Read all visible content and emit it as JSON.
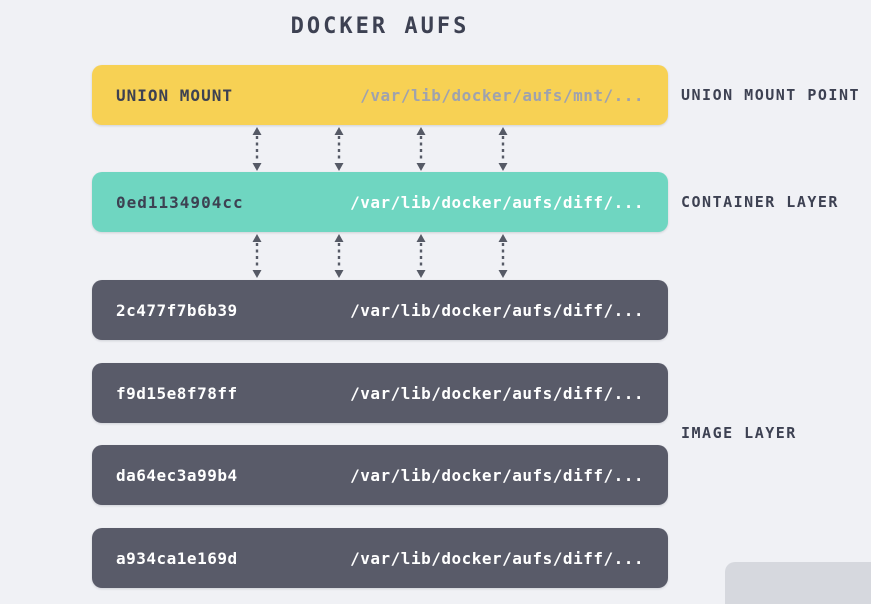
{
  "title": "DOCKER AUFS",
  "colors": {
    "background": "#f0f1f5",
    "union_mount_box": "#f7d154",
    "container_layer_box": "#6fd6c1",
    "image_layer_box": "#595b69",
    "text_dark": "#3d4152",
    "text_light": "#ffffff",
    "path_muted": "#9fa2ae",
    "arrow": "#565a66"
  },
  "union_mount": {
    "label": "UNION MOUNT",
    "path": "/var/lib/docker/aufs/mnt/...",
    "annotation": "UNION MOUNT POINT"
  },
  "container_layer": {
    "id": "0ed1134904cc",
    "path": "/var/lib/docker/aufs/diff/...",
    "annotation": "CONTAINER LAYER"
  },
  "image_layers": {
    "annotation": "IMAGE LAYER",
    "layers": [
      {
        "id": "2c477f7b6b39",
        "path": "/var/lib/docker/aufs/diff/..."
      },
      {
        "id": "f9d15e8f78ff",
        "path": "/var/lib/docker/aufs/diff/..."
      },
      {
        "id": "da64ec3a99b4",
        "path": "/var/lib/docker/aufs/diff/..."
      },
      {
        "id": "a934ca1e169d",
        "path": "/var/lib/docker/aufs/diff/..."
      }
    ]
  }
}
